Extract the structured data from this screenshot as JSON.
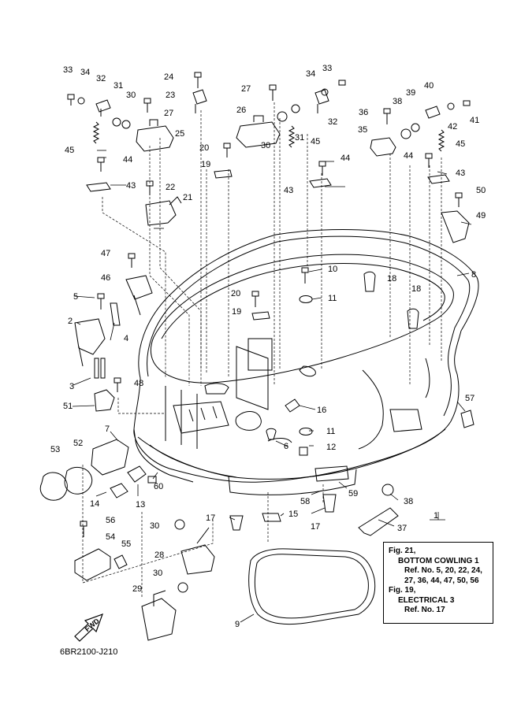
{
  "diagram": {
    "code": "6BR2100-J210",
    "fwd_label": "FWD",
    "reference": {
      "fig21": "Fig. 21,",
      "fig21_title": "BOTTOM COWLING 1",
      "fig21_ref_line1": "Ref. No. 5, 20, 22, 24,",
      "fig21_ref_line2": "27, 36, 44, 47, 50, 56",
      "fig19": "Fig. 19,",
      "fig19_title": "ELECTRICAL 3",
      "fig19_ref": "Ref. No. 17"
    },
    "callouts": [
      "1",
      "2",
      "3",
      "4",
      "5",
      "6",
      "7",
      "8",
      "9",
      "10",
      "11",
      "11",
      "12",
      "13",
      "14",
      "15",
      "16",
      "17",
      "17",
      "18",
      "18",
      "19",
      "19",
      "20",
      "20",
      "21",
      "22",
      "23",
      "24",
      "25",
      "26",
      "27",
      "27",
      "28",
      "29",
      "30",
      "30",
      "30",
      "30",
      "31",
      "31",
      "32",
      "32",
      "33",
      "33",
      "34",
      "34",
      "35",
      "36",
      "37",
      "38",
      "38",
      "39",
      "40",
      "41",
      "42",
      "43",
      "43",
      "43",
      "44",
      "44",
      "44",
      "45",
      "45",
      "45",
      "46",
      "47",
      "48",
      "49",
      "50",
      "51",
      "52",
      "53",
      "54",
      "55",
      "56",
      "57",
      "58",
      "59",
      "60"
    ]
  }
}
